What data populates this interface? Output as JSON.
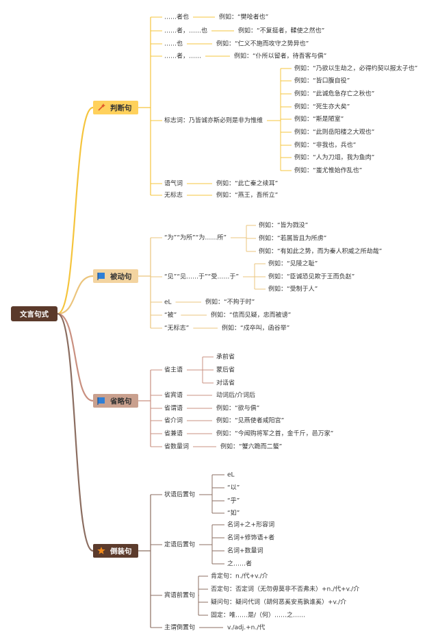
{
  "root": "文言句式",
  "colors": {
    "root_box": "#5b3a2b",
    "judge_box": "#ffd15c",
    "judge_line": "#f5c43c",
    "judge_icon": "#e05a2b",
    "passive_box": "#f3d4a0",
    "passive_line": "#ebc47c",
    "passive_icon": "#2f7fd6",
    "omit_box": "#c9a08e",
    "omit_line": "#c99080",
    "omit_icon": "#2f7fd6",
    "invert_box": "#5c3b2c",
    "invert_line": "#8b6d60",
    "invert_icon": "#f08a1c"
  },
  "branches": [
    {
      "label": "判断句",
      "icon": "wand-icon",
      "children": [
        {
          "label": "……者也",
          "example": "例如：“樊哙者也”"
        },
        {
          "label": "……者，……也",
          "example": "例如：“不复挺者，輮使之然也”"
        },
        {
          "label": "……也",
          "example": "例如：“仁义不施而攻守之势异也”"
        },
        {
          "label": "……者，……",
          "example": "例如：“仆所以留者，待吾客与俱”"
        },
        {
          "label": "标志词：乃皆诚亦斯必则是非为惟维",
          "subs": [
            "例如：“乃欲以生劫之，必得约契以报太子也”",
            "例如：“皆口腹自役”",
            "例如：“此诚危急存亡之秋也”",
            "例如：“死生亦大矣”",
            "例如：“斯是陋室”",
            "例如：“此则岳阳楼之大观也”",
            "例如：“非我也，兵也”",
            "例如：“人为刀俎，我为鱼肉”",
            "例如：“蚩尤惟始作乱也”"
          ]
        },
        {
          "label": "语气词",
          "example": "例如：“此亡秦之续耳”"
        },
        {
          "label": "无标志",
          "example": "例如：“燕王，吾所立”"
        }
      ]
    },
    {
      "label": "被动句",
      "icon": "flag-icon",
      "children": [
        {
          "label": "“为”“为所”“为……所”",
          "subs": [
            "例如：“皆为戮没”",
            "例如：“若属皆且为所虏”",
            "例如：“有如此之势，而为秦人积威之所劫哉”"
          ]
        },
        {
          "label": "“见”“见……于”“受……于”",
          "subs": [
            "例如：“见陵之耻”",
            "例如：“臣诚恐见欺于王而负赵”",
            "例如：“受制于人”"
          ]
        },
        {
          "label": "eL",
          "example": "例如：“不拘于时”"
        },
        {
          "label": "“被”",
          "example": "例如：“信而见疑，忠而被谤”"
        },
        {
          "label": "“无标志”",
          "example": "例如：“戍卒叫，函谷举”"
        }
      ]
    },
    {
      "label": "省略句",
      "icon": "flag-icon",
      "children": [
        {
          "label": "省主语",
          "subs": [
            "承前省",
            "蒙后省",
            "对话省"
          ]
        },
        {
          "label": "省宾语",
          "example": "动词后/介词后"
        },
        {
          "label": "省谓语",
          "example": "例如：“欲与俱”"
        },
        {
          "label": "省介词",
          "example": "例如：“见燕使者咸阳宫”"
        },
        {
          "label": "省兼语",
          "example": "例如：“今闻购将军之首，金千斤，邑万家”"
        },
        {
          "label": "省数量词",
          "example": "例如：“蟹六跪而二螯”"
        }
      ]
    },
    {
      "label": "倒装句",
      "icon": "star-icon",
      "children": [
        {
          "label": "状语后置句",
          "subs": [
            "eL",
            "“以”",
            "“乎”",
            "“如”"
          ]
        },
        {
          "label": "定语后置句",
          "subs": [
            "名词+之+形容词",
            "名词+修饰语+者",
            "名词+数量词",
            "之……者"
          ]
        },
        {
          "label": "宾语前置句",
          "subs": [
            "肯定句：n./代+v./介",
            "否定句：否定词（无勿毋莫非不否弗未）+n./代+v./介",
            "疑问句：疑问代词（胡何恶奚安焉孰谁奚）+v./介",
            "固定：唯……是/（何）……之……"
          ]
        },
        {
          "label": "主谓倒置句",
          "example": "v./adj.+n./代"
        }
      ]
    }
  ]
}
